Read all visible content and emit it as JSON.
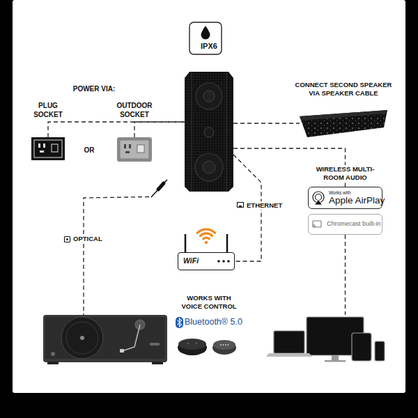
{
  "diagram": {
    "nodes": [
      {
        "text": [
          "IPX6"
        ]
      },
      {
        "text": [
          "CONNECT SECOND SPEAKER VIA SPEAKER CABLE"
        ]
      },
      {
        "text": [
          "PLUG SOCKET"
        ]
      },
      {
        "text": [
          "OUTDOOR SOCKET"
        ]
      },
      {
        "text": [
          "Works with",
          "Apple AirPlay"
        ]
      },
      {
        "text": [
          "Chromecast built-in"
        ]
      },
      {
        "text": [
          "WiFi"
        ]
      }
    ],
    "edges": [
      {
        "from": 2,
        "to": 0,
        "arrow": "none"
      },
      {
        "from": 3,
        "to": 0,
        "arrow": "none"
      },
      {
        "from": 0,
        "to": 1,
        "arrow": "none"
      },
      {
        "from": 0,
        "to": 6,
        "label": "ETHERNET",
        "arrow": "none"
      },
      {
        "from": 0,
        "to": 4,
        "arrow": "none"
      }
    ],
    "labels": [
      "POWER VIA:",
      "OR",
      "WIRELESS MULTI-ROOM AUDIO",
      "OPTICAL",
      "WORKS WITH VOICE CONTROL",
      "Bluetooth® 5.0"
    ]
  }
}
